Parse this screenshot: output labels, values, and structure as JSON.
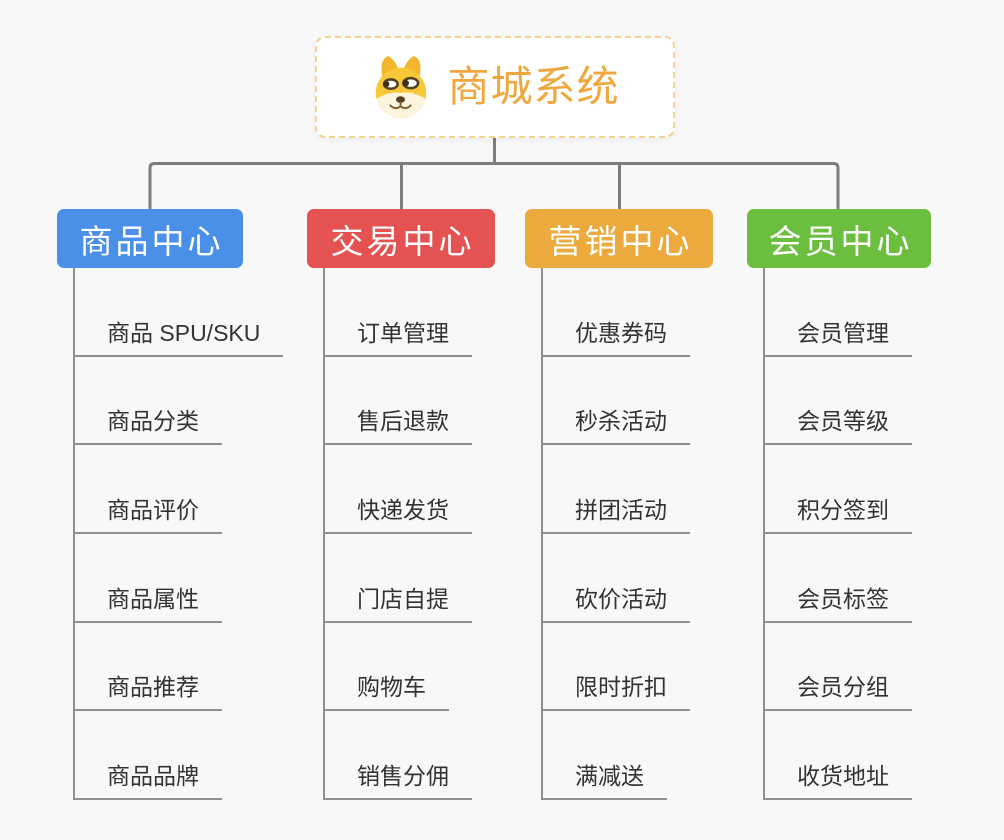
{
  "canvas": {
    "background": "#f8f8f8"
  },
  "root": {
    "title": "商城系统",
    "title_color": "#f0a73d",
    "border_color": "#f6d28f",
    "icon": "doge-face-icon"
  },
  "branches": [
    {
      "key": "product-center",
      "label": "商品中心",
      "color": "#4a8fe8",
      "children": [
        "商品 SPU/SKU",
        "商品分类",
        "商品评价",
        "商品属性",
        "商品推荐",
        "商品品牌"
      ]
    },
    {
      "key": "trade-center",
      "label": "交易中心",
      "color": "#e45251",
      "children": [
        "订单管理",
        "售后退款",
        "快递发货",
        "门店自提",
        "购物车",
        "销售分佣"
      ]
    },
    {
      "key": "marketing-center",
      "label": "营销中心",
      "color": "#eca93d",
      "children": [
        "优惠券码",
        "秒杀活动",
        "拼团活动",
        "砍价活动",
        "限时折扣",
        "满减送"
      ]
    },
    {
      "key": "member-center",
      "label": "会员中心",
      "color": "#6cbf3e",
      "children": [
        "会员管理",
        "会员等级",
        "积分签到",
        "会员标签",
        "会员分组",
        "收货地址"
      ]
    }
  ],
  "connectors": {
    "tree_color": "#7d7d7d",
    "item_line_color": "#8f8f8f"
  }
}
